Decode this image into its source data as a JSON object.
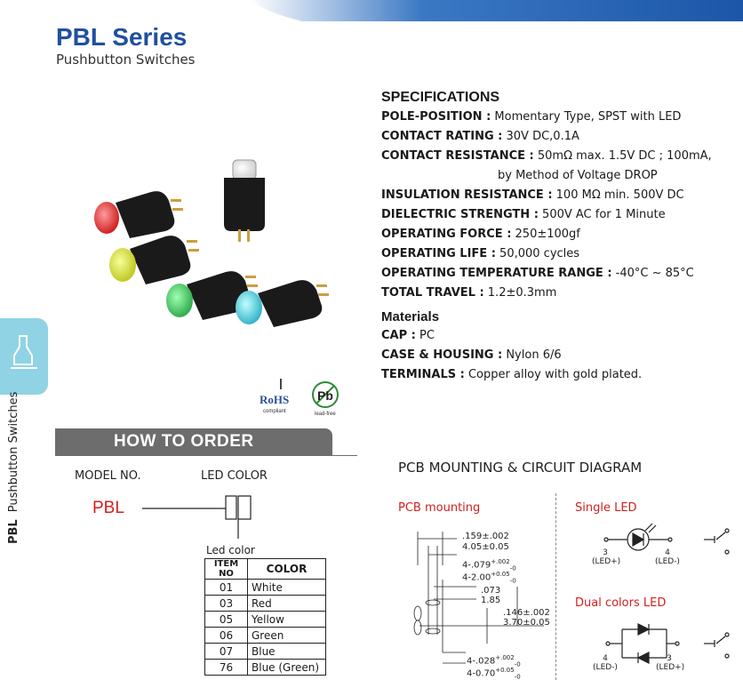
{
  "header": {
    "series_title": "PBL Series",
    "series_subtitle": "Pushbutton Switches"
  },
  "side": {
    "model": "PBL",
    "category": "Pushbutton Switches"
  },
  "specifications": {
    "title": "SPECIFICATIONS",
    "rows": [
      {
        "key": "POLE-POSITION :",
        "value": " Momentary Type, SPST with LED"
      },
      {
        "key": "CONTACT RATING :",
        "value": " 30V DC,0.1A"
      },
      {
        "key": "CONTACT RESISTANCE :",
        "value": " 50mΩ max. 1.5V DC ; 100mA,"
      },
      {
        "key": "",
        "value": "by Method of Voltage DROP"
      },
      {
        "key": "INSULATION RESISTANCE :",
        "value": " 100 MΩ min. 500V DC"
      },
      {
        "key": "DIELECTRIC STRENGTH :",
        "value": " 500V AC for 1 Minute"
      },
      {
        "key": "OPERATING FORCE :",
        "value": " 250±100gf"
      },
      {
        "key": "OPERATING LIFE :",
        "value": " 50,000 cycles"
      },
      {
        "key": "OPERATING TEMPERATURE RANGE :",
        "value": " -40°C ~ 85°C"
      },
      {
        "key": "TOTAL TRAVEL :",
        "value": " 1.2±0.3mm"
      }
    ],
    "materials_title": "Materials",
    "materials": [
      {
        "key": "CAP :",
        "value": " PC"
      },
      {
        "key": "CASE & HOUSING :",
        "value": " Nylon 6/6"
      },
      {
        "key": "TERMINALS :",
        "value": " Copper alloy with gold plated."
      }
    ]
  },
  "logos": {
    "rohs": "RoHS",
    "rohs_sub": "compliant",
    "pb": "Pb",
    "pb_sub": "lead-free"
  },
  "how_to_order": {
    "title": "HOW TO ORDER",
    "model_no_label": "MODEL NO.",
    "led_color_label": "LED COLOR",
    "model": "PBL",
    "led_color_caption": "Led color",
    "table_headers": [
      "ITEM NO",
      "COLOR"
    ],
    "rows": [
      [
        "01",
        "White"
      ],
      [
        "03",
        "Red"
      ],
      [
        "05",
        "Yellow"
      ],
      [
        "06",
        "Green"
      ],
      [
        "07",
        "Blue"
      ],
      [
        "76",
        "Blue (Green)"
      ]
    ]
  },
  "pcb": {
    "title": "PCB MOUNTING & CIRCUIT DIAGRAM",
    "mounting_label": "PCB mounting",
    "single_led_label": "Single LED",
    "dual_led_label": "Dual colors LED",
    "dims": {
      "d1a": ".159±.002",
      "d1b": "4.05±0.05",
      "d2a": "4-.079",
      "d2a_tol": "+.002",
      "d2a_tol2": "-0",
      "d2b": "4-2.00",
      "d2b_tol": "+0.05",
      "d2b_tol2": "-0",
      "d3a": ".073",
      "d3b": "1.85",
      "d4a": ".146±.002",
      "d4b": "3.70±0.05",
      "d5a": "4-.028",
      "d5a_tol": "+.002",
      "d5a_tol2": "-0",
      "d5b": "4-0.70",
      "d5b_tol": "+0.05",
      "d5b_tol2": "-0"
    },
    "single_pins": [
      {
        "num": "3",
        "name": "(LED+)"
      },
      {
        "num": "4",
        "name": "(LED-)"
      }
    ],
    "dual_pins": [
      {
        "num": "4",
        "name": "(LED-)"
      },
      {
        "num": "3",
        "name": "(LED+)"
      }
    ]
  },
  "colors": {
    "brand_blue": "#1f4fa0",
    "accent_red": "#d12020",
    "tab_cyan": "#8fd3e4",
    "order_bar": "#6d6d6d"
  }
}
